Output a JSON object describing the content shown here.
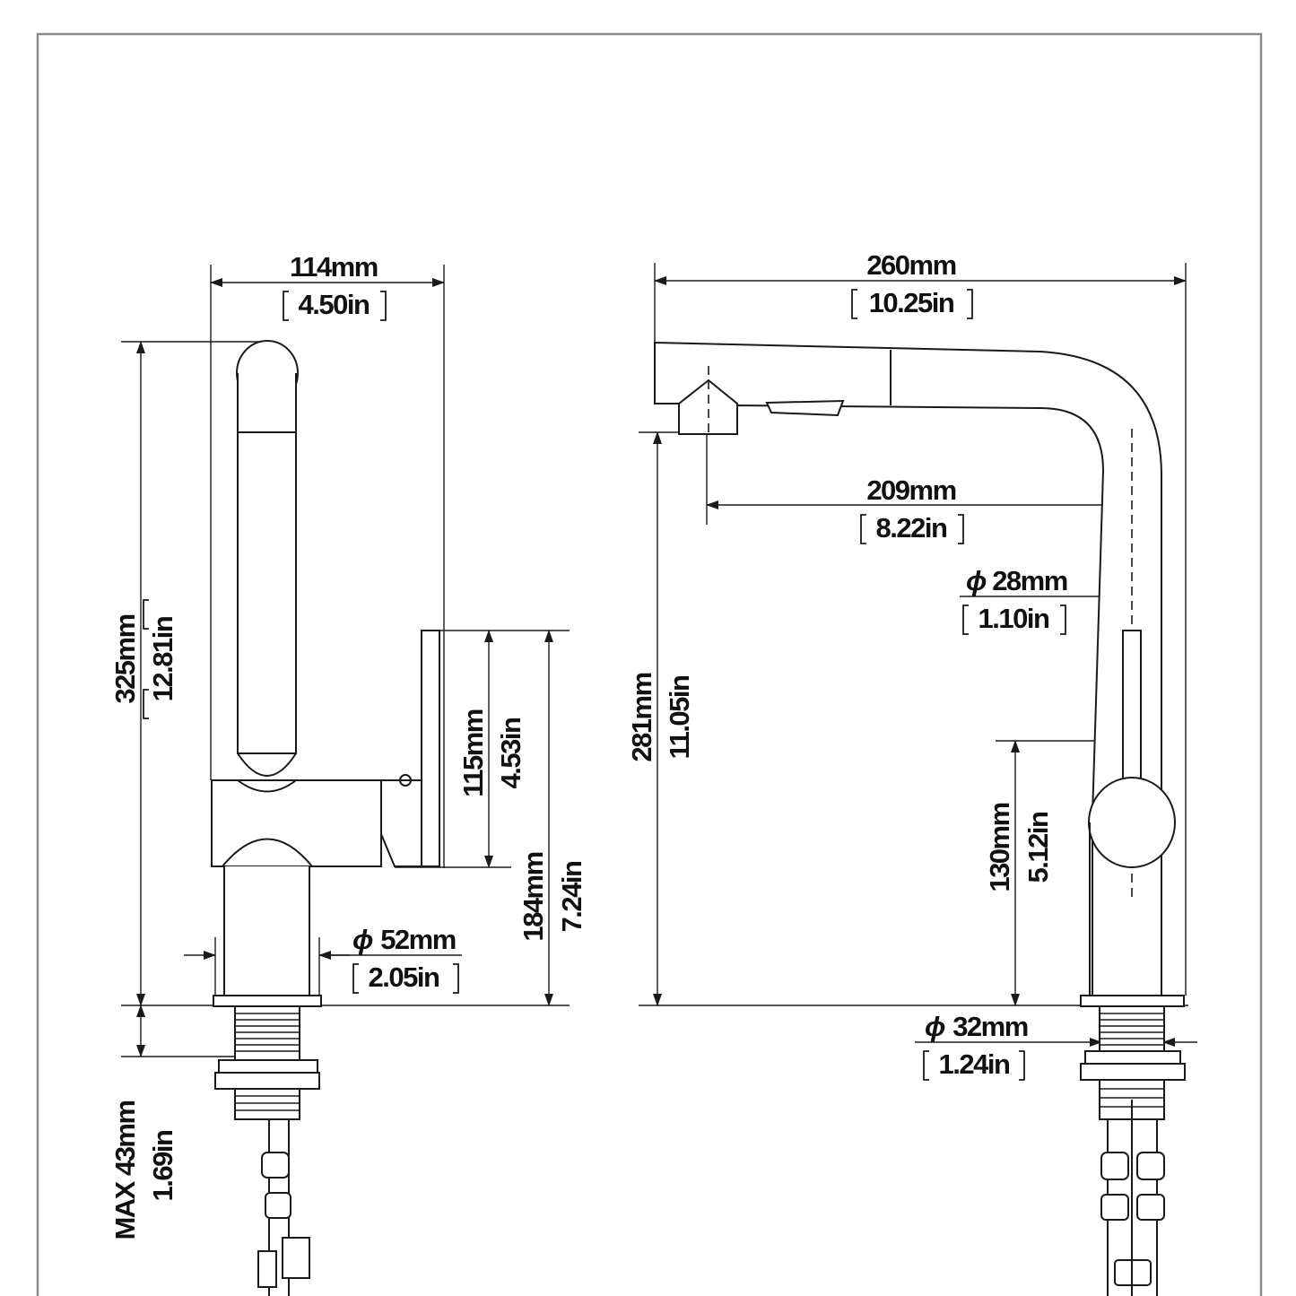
{
  "colors": {
    "line": "#1a1a1a",
    "frame": "#8a8a8a",
    "background": "#ffffff"
  },
  "side_view": {
    "width": {
      "mm": "114mm",
      "in": "4.50in"
    },
    "total_height": {
      "mm": "325mm",
      "in": "12.81in"
    },
    "handle_height": {
      "mm": "115mm",
      "in": "4.53in"
    },
    "body_height": {
      "mm": "184mm",
      "in": "7.24in"
    },
    "base_diameter": {
      "symbol": "ϕ",
      "mm": "52mm",
      "in": "2.05in"
    },
    "max_deck": {
      "mm": "MAX 43mm",
      "in": "1.69in"
    }
  },
  "front_view": {
    "reach": {
      "mm": "260mm",
      "in": "10.25in"
    },
    "spout_reach": {
      "mm": "209mm",
      "in": "8.22in"
    },
    "spout_height": {
      "mm": "281mm",
      "in": "11.05in"
    },
    "tube_diameter": {
      "symbol": "ϕ",
      "mm": "28mm",
      "in": "1.10in"
    },
    "handle_height": {
      "mm": "130mm",
      "in": "5.12in"
    },
    "shank_diameter": {
      "symbol": "ϕ",
      "mm": "32mm",
      "in": "1.24in"
    }
  }
}
